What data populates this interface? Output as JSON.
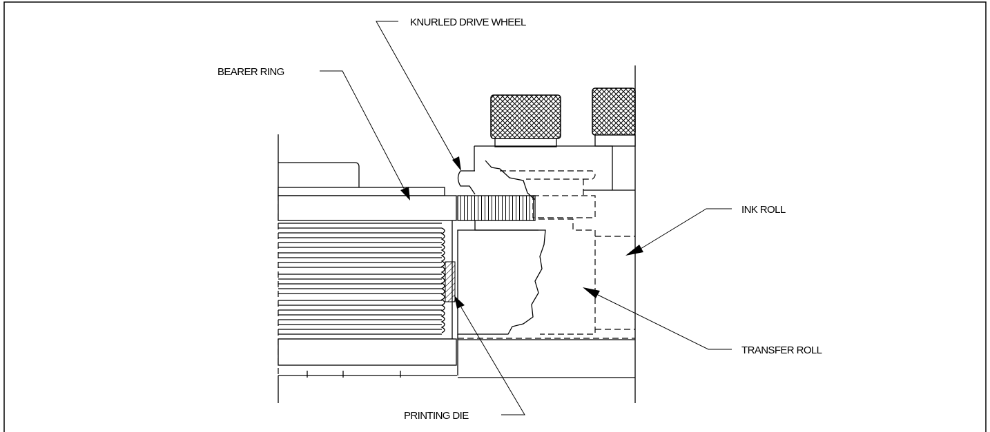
{
  "labels": {
    "knurled_drive_wheel": "KNURLED DRIVE WHEEL",
    "bearer_ring": "BEARER RING",
    "ink_roll": "INK ROLL",
    "transfer_roll": "TRANSFER ROLL",
    "printing_die": "PRINTING DIE"
  }
}
